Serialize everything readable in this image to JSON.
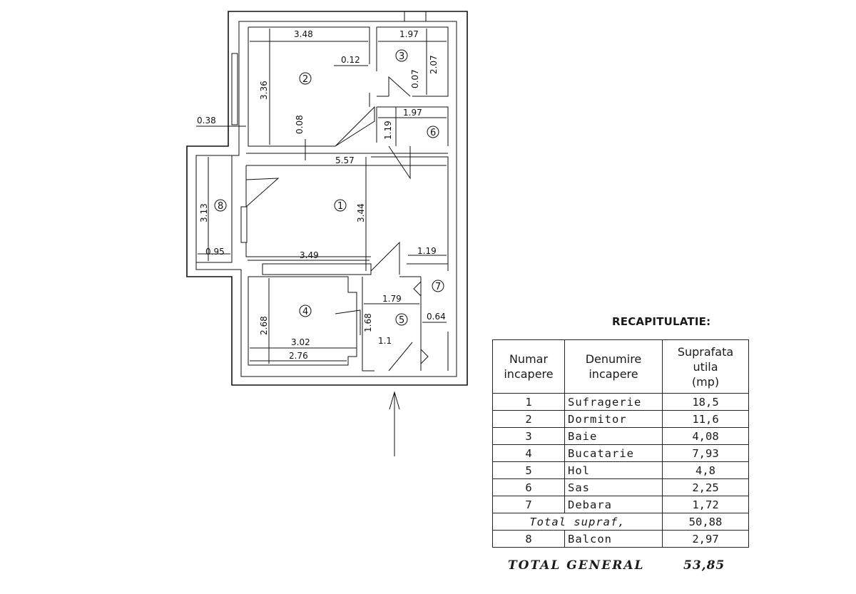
{
  "plan": {
    "dimensions": {
      "d_348": "3.48",
      "d_197_top": "1.97",
      "d_012": "0.12",
      "d_007": "0.07",
      "d_207": "2.07",
      "d_336": "3.36",
      "d_008": "0.08",
      "d_197_mid": "1.97",
      "d_119_v": "1.19",
      "d_038": "0.38",
      "d_557": "5.57",
      "d_313": "3.13",
      "d_344": "3.44",
      "d_095": "0.95",
      "d_349": "3.49",
      "d_119_h": "1.19",
      "d_179": "1.79",
      "d_268": "2.68",
      "d_068": "1.68",
      "d_064": "0.64",
      "d_302": "3.02",
      "d_276": "2.76",
      "d_1x": "1.1"
    },
    "rooms": {
      "r1": "1",
      "r2": "2",
      "r3": "3",
      "r4": "4",
      "r5": "5",
      "r6": "6",
      "r7": "7",
      "r8": "8"
    },
    "entrance_icon": "up-arrow-icon"
  },
  "recap": {
    "title": "RECAPITULATIE:",
    "headers": {
      "col1": [
        "Numar",
        "incapere"
      ],
      "col2": [
        "Denumire",
        "incapere"
      ],
      "col3": [
        "Suprafata",
        "utila",
        "(mp)"
      ]
    },
    "rows": [
      {
        "num": "1",
        "name": "Sufragerie",
        "area": "18,5"
      },
      {
        "num": "2",
        "name": "Dormitor",
        "area": "11,6"
      },
      {
        "num": "3",
        "name": "Baie",
        "area": "4,08"
      },
      {
        "num": "4",
        "name": "Bucatarie",
        "area": "7,93"
      },
      {
        "num": "5",
        "name": "Hol",
        "area": "4,8"
      },
      {
        "num": "6",
        "name": "Sas",
        "area": "2,25"
      },
      {
        "num": "7",
        "name": "Debara",
        "area": "1,72"
      }
    ],
    "total": {
      "label": "Total supraf,",
      "area": "50,88"
    },
    "balcony": {
      "num": "8",
      "name": "Balcon",
      "area": "2,97"
    },
    "grand_total": {
      "label": "TOTAL GENERAL",
      "value": "53,85"
    }
  }
}
